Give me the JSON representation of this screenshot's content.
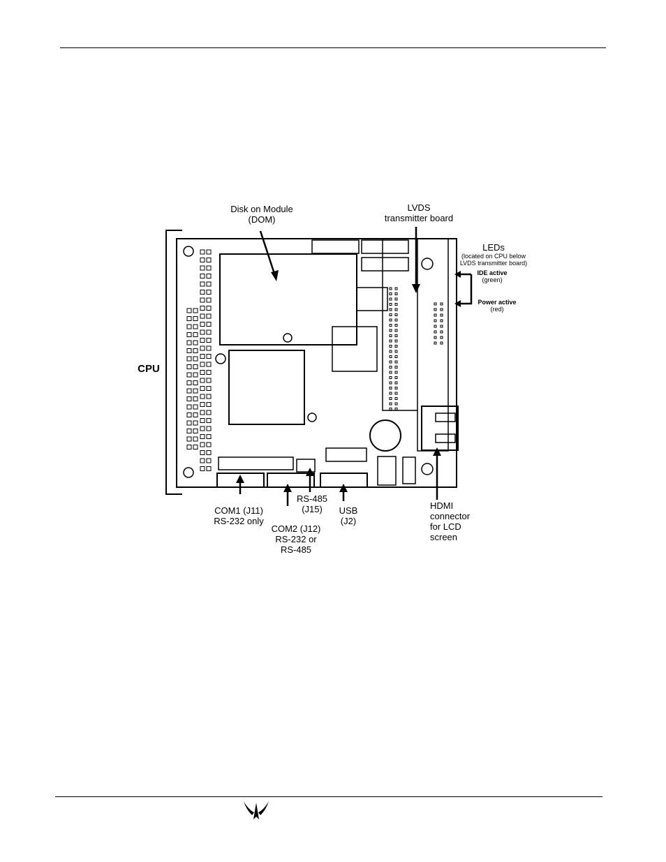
{
  "labels": {
    "dom_line1": "Disk on Module",
    "dom_line2": "(DOM)",
    "lvds_line1": "LVDS",
    "lvds_line2": "transmitter board",
    "leds_title": "LEDs",
    "leds_note1": "(located on CPU below",
    "leds_note2": "LVDS transmitter board)",
    "ide_line1": "IDE active",
    "ide_line2": "(green)",
    "power_line1": "Power active",
    "power_line2": "(red)",
    "cpu": "CPU",
    "com1_line1": "COM1 (J11)",
    "com1_line2": "RS-232 only",
    "com2_line1": "COM2 (J12)",
    "com2_line2": "RS-232 or",
    "com2_line3": "RS-485",
    "rs485_line1": "RS-485",
    "rs485_line2": "(J15)",
    "usb_line1": "USB",
    "usb_line2": "(J2)",
    "hdmi_line1": "HDMI",
    "hdmi_line2": "connector",
    "hdmi_line3": "for LCD",
    "hdmi_line4": "screen"
  },
  "footer": {
    "logo_icon": "teledyne-logo-icon"
  }
}
